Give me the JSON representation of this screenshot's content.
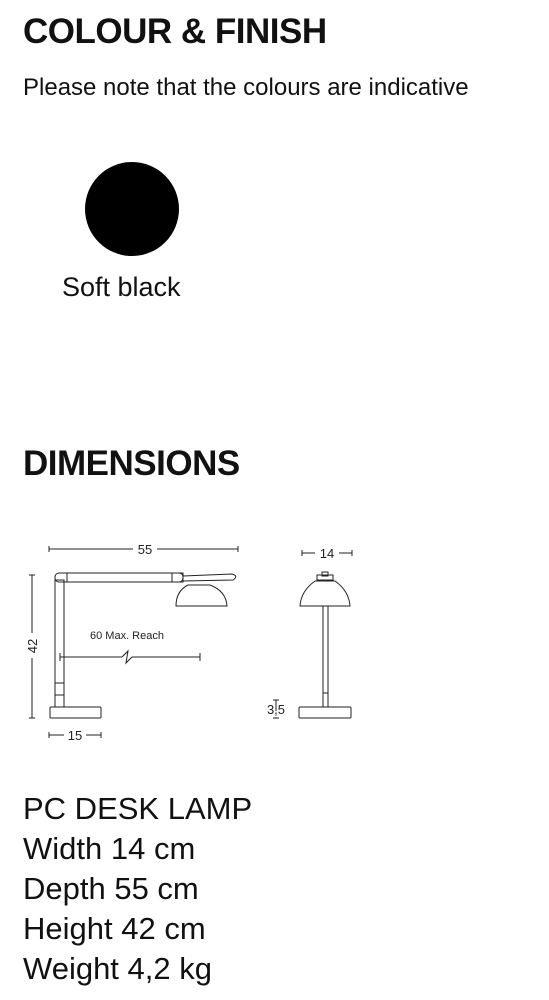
{
  "colour_finish": {
    "title": "COLOUR & FINISH",
    "note": "Please note that the colours are indicative",
    "swatches": [
      {
        "label": "Soft black",
        "color": "#000000"
      }
    ]
  },
  "dimensions": {
    "title": "DIMENSIONS",
    "drawing": {
      "width_label": "55",
      "height_label": "42",
      "base_label": "15",
      "reach_label": "60 Max. Reach",
      "side_width_label": "14",
      "side_base_label": "3,5"
    }
  },
  "specs": {
    "name": "PC DESK LAMP",
    "width": "Width 14 cm",
    "depth": "Depth 55 cm",
    "height": "Height 42 cm",
    "weight": "Weight 4,2 kg"
  }
}
